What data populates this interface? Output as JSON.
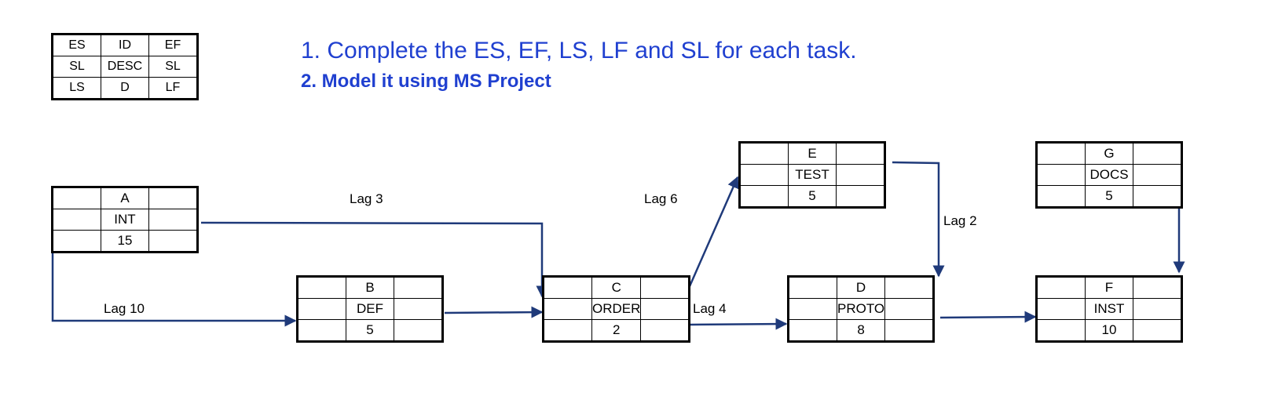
{
  "legend": {
    "rows": [
      [
        "ES",
        "ID",
        "EF"
      ],
      [
        "SL",
        "DESC",
        "SL"
      ],
      [
        "LS",
        "D",
        "LF"
      ]
    ]
  },
  "instructions": {
    "line1": "1.  Complete the ES, EF, LS, LF and SL for each task.",
    "line2": "2.  Model it using MS Project"
  },
  "nodes": {
    "A": {
      "id": "A",
      "desc": "INT",
      "duration": "15"
    },
    "B": {
      "id": "B",
      "desc": "DEF",
      "duration": "5"
    },
    "C": {
      "id": "C",
      "desc": "ORDER",
      "duration": "2"
    },
    "D": {
      "id": "D",
      "desc": "PROTO",
      "duration": "8"
    },
    "E": {
      "id": "E",
      "desc": "TEST",
      "duration": "5"
    },
    "F": {
      "id": "F",
      "desc": "INST",
      "duration": "10"
    },
    "G": {
      "id": "G",
      "desc": "DOCS",
      "duration": "5"
    }
  },
  "lags": {
    "a_c": "Lag 3",
    "a_b": "Lag 10",
    "c_e": "Lag 6",
    "c_d": "Lag 4",
    "e_d": "Lag 2"
  },
  "colors": {
    "arrow": "#1f3a7a",
    "instruction": "#2040d0"
  }
}
